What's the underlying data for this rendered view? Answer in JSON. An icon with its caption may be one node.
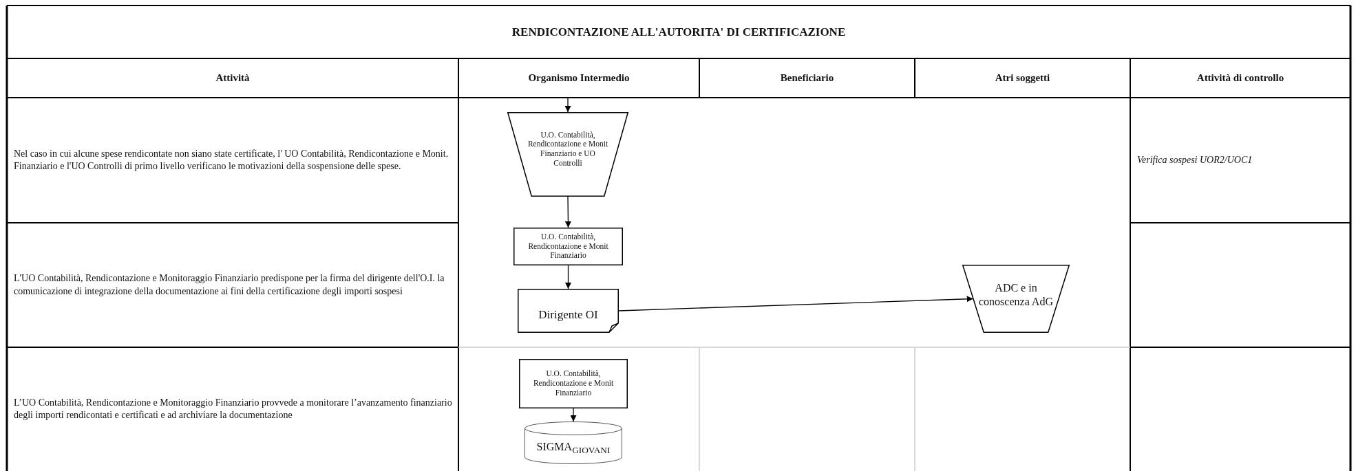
{
  "diagram": {
    "title": "RENDICONTAZIONE ALL'AUTORITA' DI CERTIFICAZIONE",
    "nodes": [
      {
        "text": [
          "U.O. Contabilità, Rendicontazione e Monit Finanziario e UO Controlli"
        ]
      },
      {
        "text": [
          "U.O. Contabilità, Rendicontazione e Monit Finanziario"
        ]
      },
      {
        "text": [
          "Dirigente OI"
        ]
      },
      {
        "text": [
          "ADC e in conoscenza AdG"
        ]
      },
      {
        "text": [
          "U.O. Contabilità, Rendicontazione e Monit Finanziario"
        ]
      },
      {
        "text": [
          "SIGMA$_{GIOVANI}$"
        ]
      }
    ],
    "edges": [
      {
        "from": null,
        "to": 0,
        "arrow": "to"
      },
      {
        "from": 0,
        "to": 1,
        "arrow": "to"
      },
      {
        "from": 1,
        "to": 2,
        "arrow": "to"
      },
      {
        "from": 2,
        "to": 3,
        "arrow": "to"
      },
      {
        "from": 4,
        "to": 5,
        "arrow": "to"
      }
    ],
    "labels": [
      "Attività",
      "Organismo Intermedio",
      "Beneficiario",
      "Atri soggetti",
      "Attività di controllo",
      "Nel caso in cui alcune spese rendicontate non siano state certificate, l' UO Contabilità, Rendicontazione e Monit. Finanziario e l'UO Controlli di primo livello verificano le motivazioni della sospensione delle spese.",
      "Verifica sospesi UOR2/UOC1",
      "L'UO Contabilità, Rendicontazione e Monitoraggio Finanziario predispone per la firma del dirigente dell'O.I. la comunicazione di integrazione della documentazione ai fini della certificazione degli importi sospesi",
      "L’UO Contabilità, Rendicontazione e Monitoraggio Finanziario provvede a monitorare l’avanzamento finanziario degli importi rendicontati e certificati e ad archiviare la documentazione"
    ]
  }
}
